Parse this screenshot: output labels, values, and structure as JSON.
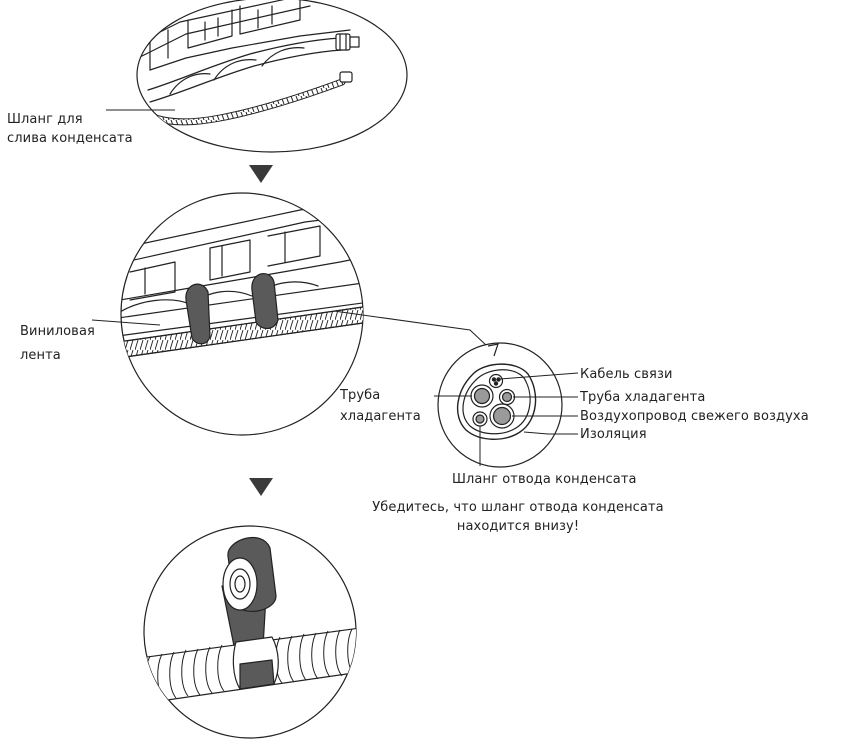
{
  "labels": {
    "drain_hose": [
      "Шланг для",
      "слива конденсата"
    ],
    "vinyl_tape": [
      "Виниловая",
      "лента"
    ],
    "refrigerant_pipe_left": [
      "Труба",
      "хладагента"
    ],
    "comm_cable": "Кабель связи",
    "refrigerant_pipe_right": "Труба хладагента",
    "fresh_air_duct": "Воздухопровод свежего воздуха",
    "insulation": "Изоляция",
    "condensate_hose": "Шланг отвода конденсата",
    "warning": [
      "Убедитесь, что шланг отвода конденсата",
      "находится внизу!"
    ]
  },
  "colors": {
    "line": "#222222",
    "tape": "#5a5a5a",
    "pipe": "#9a9a9a"
  }
}
